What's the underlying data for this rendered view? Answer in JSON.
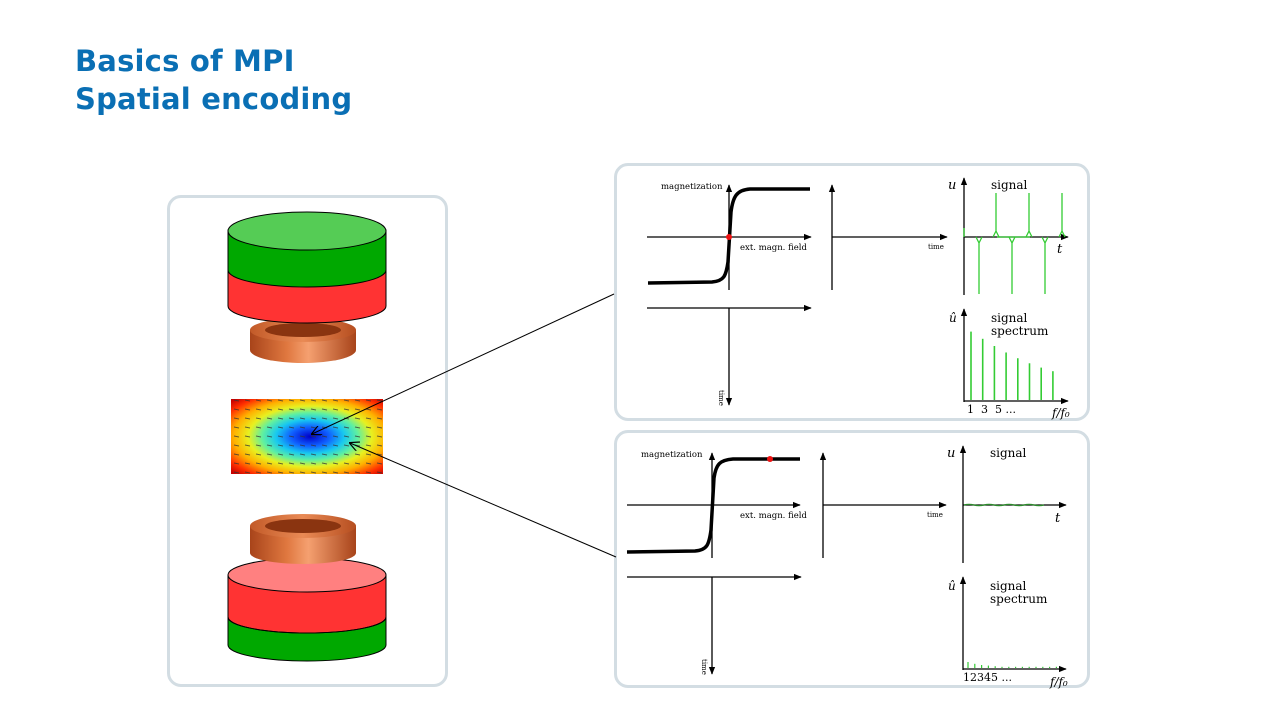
{
  "title": {
    "line1": "Basics of MPI",
    "line2": "Spatial encoding"
  },
  "colors": {
    "title": "#0a6fb4",
    "panel_border": "#d3dde3",
    "coil_green": "#00a800",
    "coil_green_top": "#55cc55",
    "coil_red": "#ff3333",
    "coil_pink_top": "#ff8080",
    "copper": "#d2642e",
    "signal_green": "#33cc33",
    "particle_dot": "#ee1111"
  },
  "illustration": {
    "top_coil": "drive/selection coil pair (green over red) with copper ring below",
    "field_map": "field-free-point colormap with field arrows",
    "bottom_coil": "copper ring over red/green coil pair"
  },
  "panels": [
    {
      "id": "ffp-center",
      "magnetization_label": "magnetization",
      "field_label": "ext. magn. field",
      "time_label_right": "time",
      "time_label_down": "time",
      "signal_axis": "u",
      "signal_title": "signal",
      "signal_t": "t",
      "spectrum_axis": "û",
      "spectrum_title_1": "signal",
      "spectrum_title_2": "spectrum",
      "spectrum_ticks": "1  3  5 ...",
      "spectrum_xlabel": "f/f₀",
      "operating_point": "center (steep slope)",
      "harmonic_amplitudes": [
        0.95,
        0.85,
        0.75,
        0.66,
        0.58,
        0.51,
        0.45,
        0.4
      ]
    },
    {
      "id": "ffp-offset",
      "magnetization_label": "magnetization",
      "field_label": "ext. magn. field",
      "time_label_right": "time",
      "time_label_down": "time",
      "signal_axis": "u",
      "signal_title": "signal",
      "signal_t": "t",
      "spectrum_axis": "û",
      "spectrum_title_1": "signal",
      "spectrum_title_2": "spectrum",
      "spectrum_ticks": "12345 ...",
      "spectrum_xlabel": "f/f₀",
      "operating_point": "saturated",
      "harmonic_amplitudes": [
        0.1,
        0.07,
        0.05,
        0.04,
        0.03,
        0.02,
        0.02,
        0.02,
        0.02,
        0.02,
        0.02,
        0.02,
        0.02,
        0.02
      ]
    }
  ]
}
